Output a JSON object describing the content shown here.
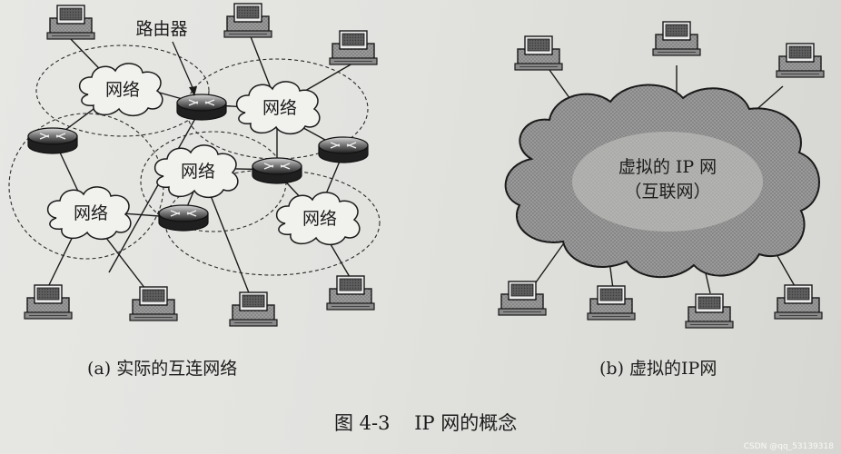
{
  "figure": {
    "title": "图 4-3    IP 网的概念",
    "router_label": "路由器",
    "left_panel": {
      "caption": "(a) 实际的互连网络",
      "network_label": "网络"
    },
    "right_panel": {
      "caption": "(b) 虚拟的IP网",
      "cloud_label_line1": "虚拟的 IP 网",
      "cloud_label_line2": "（互联网）"
    }
  },
  "watermark": "CSDN @qq_53139318"
}
